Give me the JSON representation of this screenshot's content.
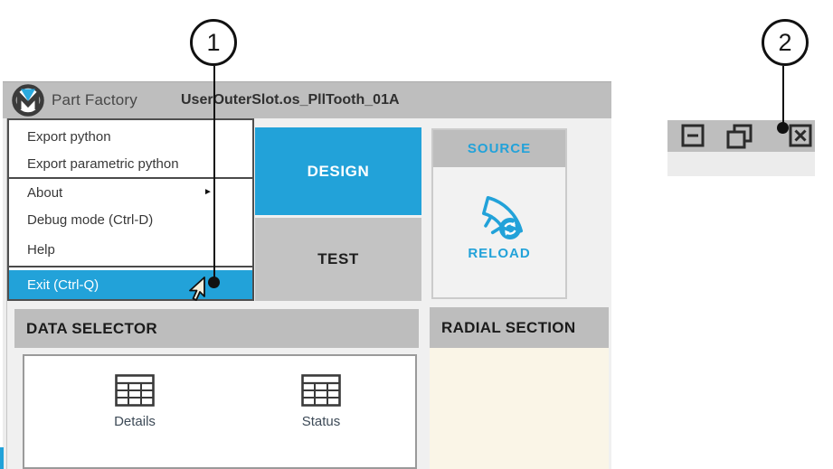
{
  "window": {
    "titlebar": {
      "app_name": "Part Factory",
      "document_title": "UserOuterSlot.os_PllTooth_01A"
    }
  },
  "menu": {
    "submenu_arrow_glyph": "►",
    "items": [
      {
        "label": "Export python"
      },
      {
        "label": "Export parametric python"
      },
      {
        "label": "About",
        "has_submenu": true
      },
      {
        "label": "Debug mode (Ctrl-D)"
      },
      {
        "label": "Help"
      },
      {
        "label": "Exit (Ctrl-Q)",
        "highlighted": true
      }
    ]
  },
  "tabs": {
    "design": "DESIGN",
    "test": "TEST"
  },
  "source_panel": {
    "title": "SOURCE",
    "reload_label": "RELOAD"
  },
  "data_selector": {
    "title": "DATA SELECTOR",
    "items": [
      {
        "label": "Details"
      },
      {
        "label": "Status"
      }
    ]
  },
  "radial_section": {
    "title": "RADIAL SECTION"
  },
  "window_controls": {
    "icons": [
      "minimize-icon",
      "restore-icon",
      "close-icon"
    ]
  },
  "callouts": {
    "one": "1",
    "two": "2"
  },
  "colors": {
    "accent": "#22A2D9",
    "titlebar": "#BEBEBE",
    "header": "#BDBDBD",
    "tab_inactive": "#C3C3C3",
    "win_bg": "#F0F0F0",
    "cream": "#FAF5E7"
  }
}
